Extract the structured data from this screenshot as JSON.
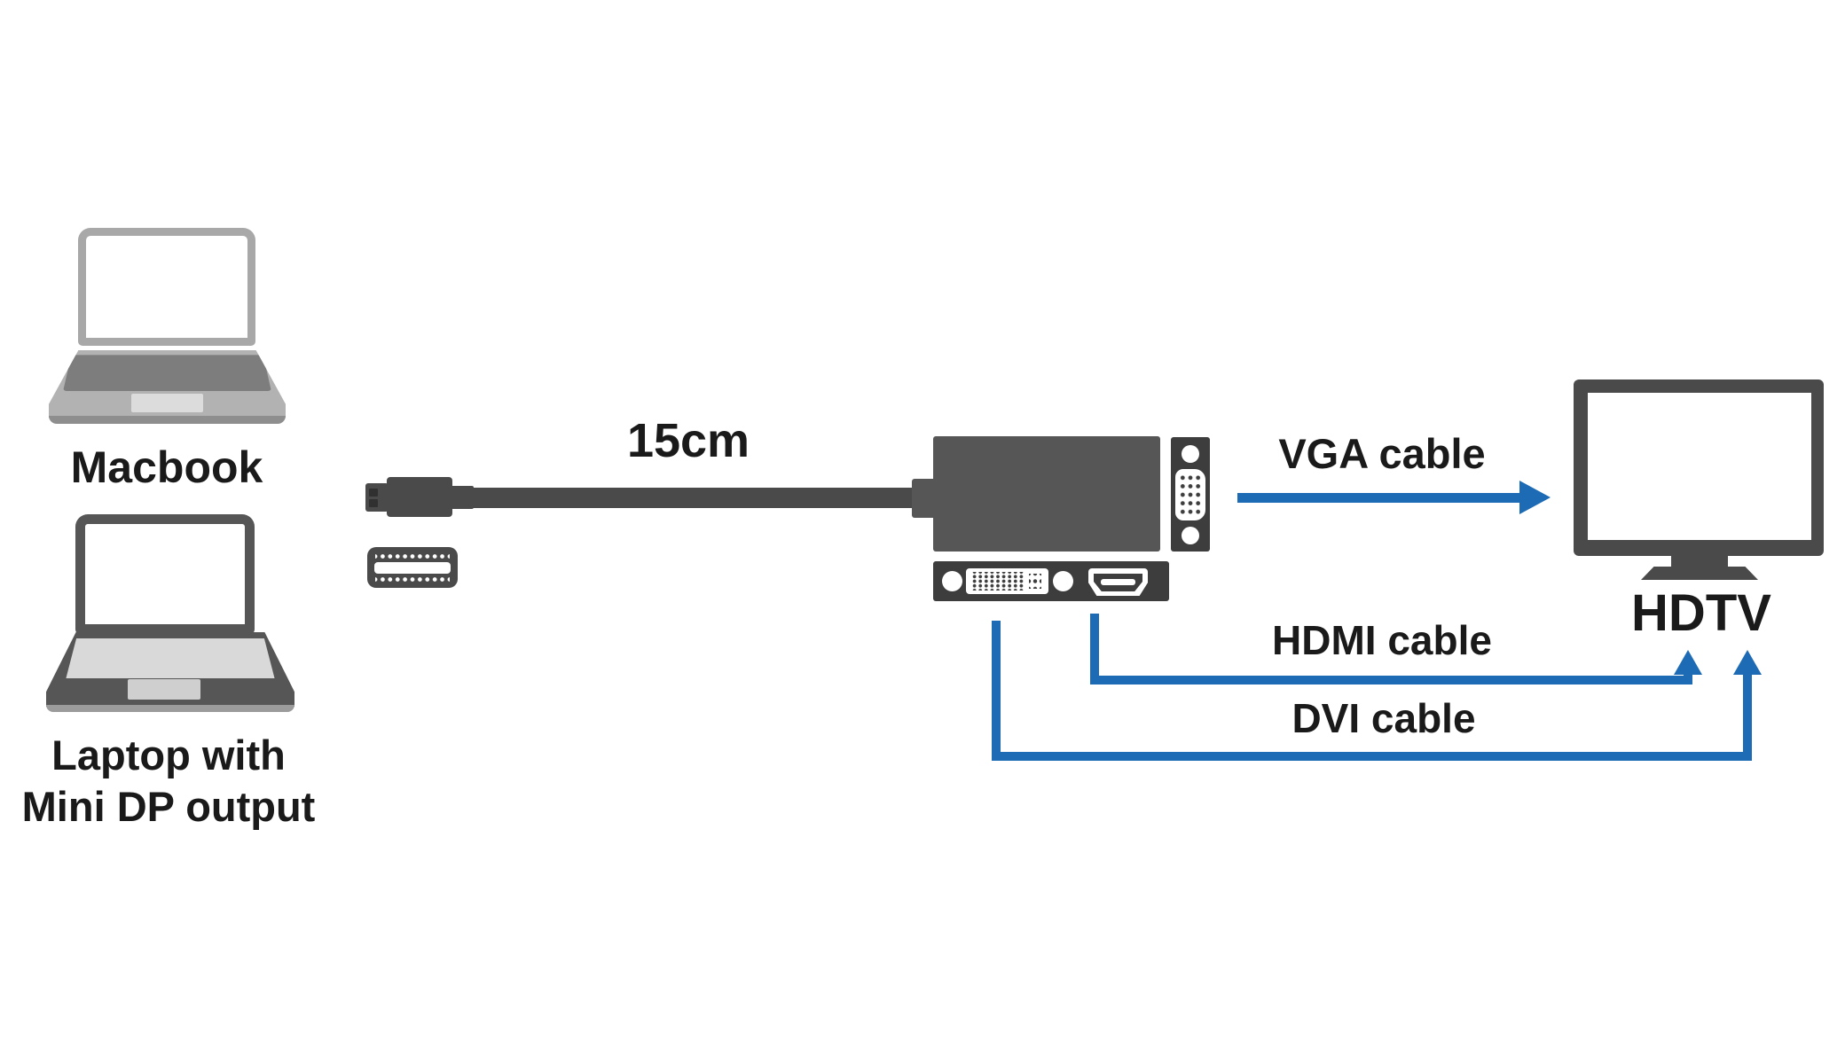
{
  "labels": {
    "macbook": "Macbook",
    "laptop_line1": "Laptop with",
    "laptop_line2": "Mini DP output",
    "cable_length": "15cm",
    "vga_cable": "VGA cable",
    "hdmi_cable": "HDMI cable",
    "dvi_cable": "DVI cable",
    "hdtv": "HDTV"
  },
  "colors": {
    "background": "#ffffff",
    "arrow_blue": "#1d6bb5",
    "device_dark": "#4a4a4a",
    "panel_dark": "#3d3d3d",
    "macbook_gray": "#a8a8a8",
    "keyboard_gray": "#7d7d7d",
    "deck_gray": "#b2b2b2",
    "laptop_dark": "#565656",
    "laptop_keys": "#d9d9d9",
    "text": "#1a1a1a"
  }
}
